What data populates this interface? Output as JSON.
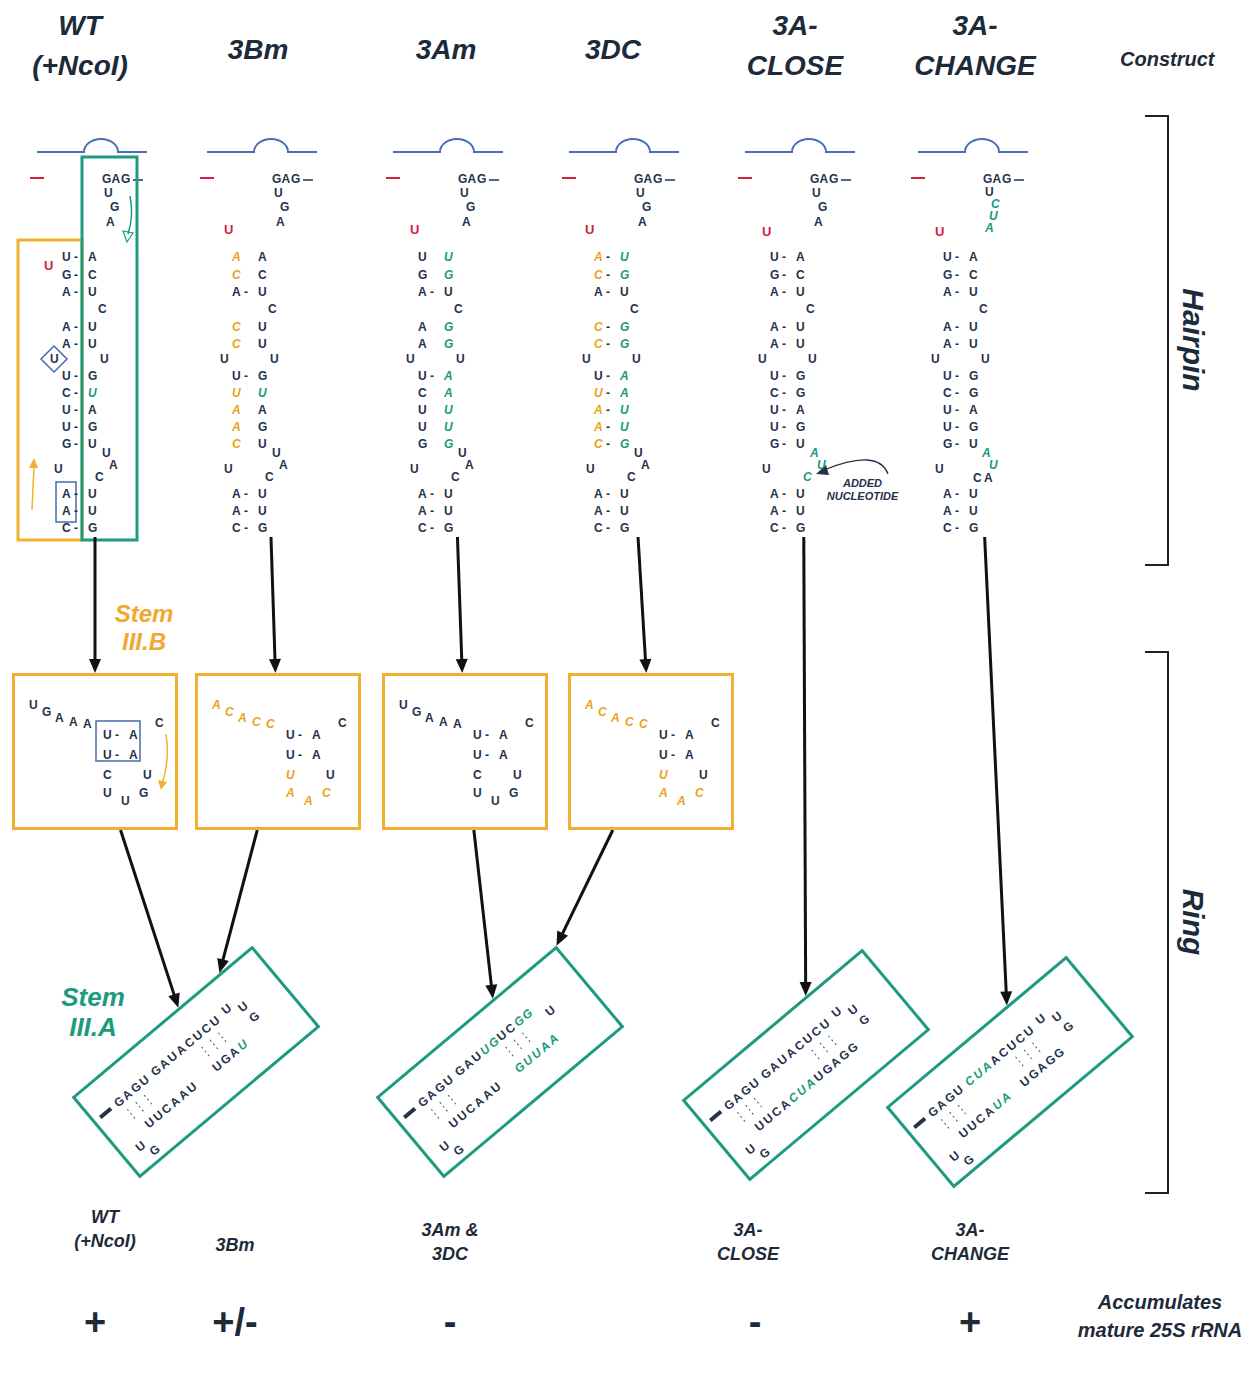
{
  "diagram": {
    "nodes": [
      {
        "text": [
          "GAG",
          "U",
          "G",
          "A",
          "U - A",
          "G - C",
          "A - U",
          "C",
          "A - U",
          "A - U",
          "U U",
          "U - G",
          "C - U",
          "U - A",
          "U - G",
          "G - U",
          "U",
          "A",
          "C",
          "U",
          "A - U",
          "A - U",
          "C - G"
        ]
      },
      {
        "text": [
          "GAG",
          "U",
          "G",
          "A",
          "A A",
          "C C",
          "A - U",
          "C",
          "C U",
          "C U",
          "U U",
          "U - G",
          "U U",
          "A A",
          "A G",
          "C U",
          "U",
          "A",
          "C",
          "U",
          "A - U",
          "A - U",
          "C - G"
        ]
      },
      {
        "text": [
          "GAG",
          "U",
          "G",
          "A",
          "U U",
          "G G",
          "A - U",
          "C",
          "A G",
          "A G",
          "U U",
          "U - A",
          "C A",
          "U U",
          "U U",
          "G G",
          "U",
          "A",
          "C",
          "U",
          "A - U",
          "A - U",
          "C - G"
        ]
      },
      {
        "text": [
          "GAG",
          "U",
          "G",
          "A",
          "A - U",
          "C - G",
          "A - U",
          "C",
          "C - G",
          "C - G",
          "U U",
          "U - A",
          "U - A",
          "A - U",
          "A - U",
          "C - G",
          "U",
          "A",
          "C",
          "U",
          "A - U",
          "A - U",
          "C - G"
        ]
      },
      {
        "text": [
          "GAG",
          "U",
          "G",
          "A",
          "U - A",
          "G - C",
          "A - U",
          "C",
          "A - U",
          "A - U",
          "U U",
          "U - G",
          "C - G",
          "U - A",
          "U - G",
          "G - U",
          "A",
          "U",
          "C",
          "U",
          "A - U",
          "A - U",
          "C - G"
        ]
      },
      {
        "text": [
          "GAG",
          "U",
          "C",
          "U",
          "A",
          "U - A",
          "G - C",
          "A - U",
          "C",
          "A - U",
          "A - U",
          "U U",
          "U - G",
          "C - G",
          "U - A",
          "U - G",
          "G - U",
          "A",
          "U",
          "C",
          "A",
          "U",
          "A - U",
          "A - U",
          "C - G"
        ]
      },
      {
        "text": [
          "UGAAA",
          "U - A",
          "U - A",
          "C",
          "CUUGU"
        ]
      },
      {
        "text": [
          "ACACC",
          "U - A",
          "U - A",
          "C",
          "UAACU"
        ]
      },
      {
        "text": [
          "UGAAA",
          "U - A",
          "U - A",
          "C",
          "CUUGU"
        ]
      },
      {
        "text": [
          "ACACC",
          "U - A",
          "U - A",
          "C",
          "UAACU"
        ]
      },
      {
        "text": [
          "GAGU",
          "GAUACUCU",
          "UUG",
          "UGAU",
          "UUCAAU",
          "UG"
        ]
      },
      {
        "text": [
          "GAGU",
          "GAUUGUCGG",
          "U",
          "GUUAA",
          "UUCAAU",
          "UG"
        ]
      },
      {
        "text": [
          "GAGU",
          "GAUACUCU",
          "UUG",
          "UUCACUAUGAGG",
          "UG"
        ]
      },
      {
        "text": [
          "GAGU",
          "CUAACUCU",
          "UUG",
          "UUCAUA",
          "UGAGG",
          "UG"
        ]
      }
    ],
    "edges": [
      {
        "from": 0,
        "to": 6,
        "arrow": "to"
      },
      {
        "from": 1,
        "to": 7,
        "arrow": "to"
      },
      {
        "from": 2,
        "to": 8,
        "arrow": "to"
      },
      {
        "from": 3,
        "to": 9,
        "arrow": "to"
      },
      {
        "from": 6,
        "to": 10,
        "arrow": "to"
      },
      {
        "from": 7,
        "to": 10,
        "arrow": "to"
      },
      {
        "from": 8,
        "to": 11,
        "arrow": "to"
      },
      {
        "from": 9,
        "to": 11,
        "arrow": "to"
      },
      {
        "from": 4,
        "to": 12,
        "arrow": "to"
      },
      {
        "from": 5,
        "to": 13,
        "arrow": "to"
      }
    ],
    "labels": [
      "WT (+NcoI)",
      "3Bm",
      "3Am",
      "3DC",
      "3A- CLOSE",
      "3A- CHANGE",
      "Construct",
      "Hairpin",
      "Ring",
      "U",
      "U",
      "U",
      "U",
      "U",
      "U",
      "Stem III.B",
      "Stem III.A",
      "ADDED NUCLEOTIDE",
      "WT (+NcoI)",
      "3Bm",
      "3Am & 3DC",
      "3A- CLOSE",
      "3A- CHANGE",
      "Accumulates mature 25S rRNA",
      "+",
      "+/-",
      "-",
      "-",
      "+"
    ]
  }
}
